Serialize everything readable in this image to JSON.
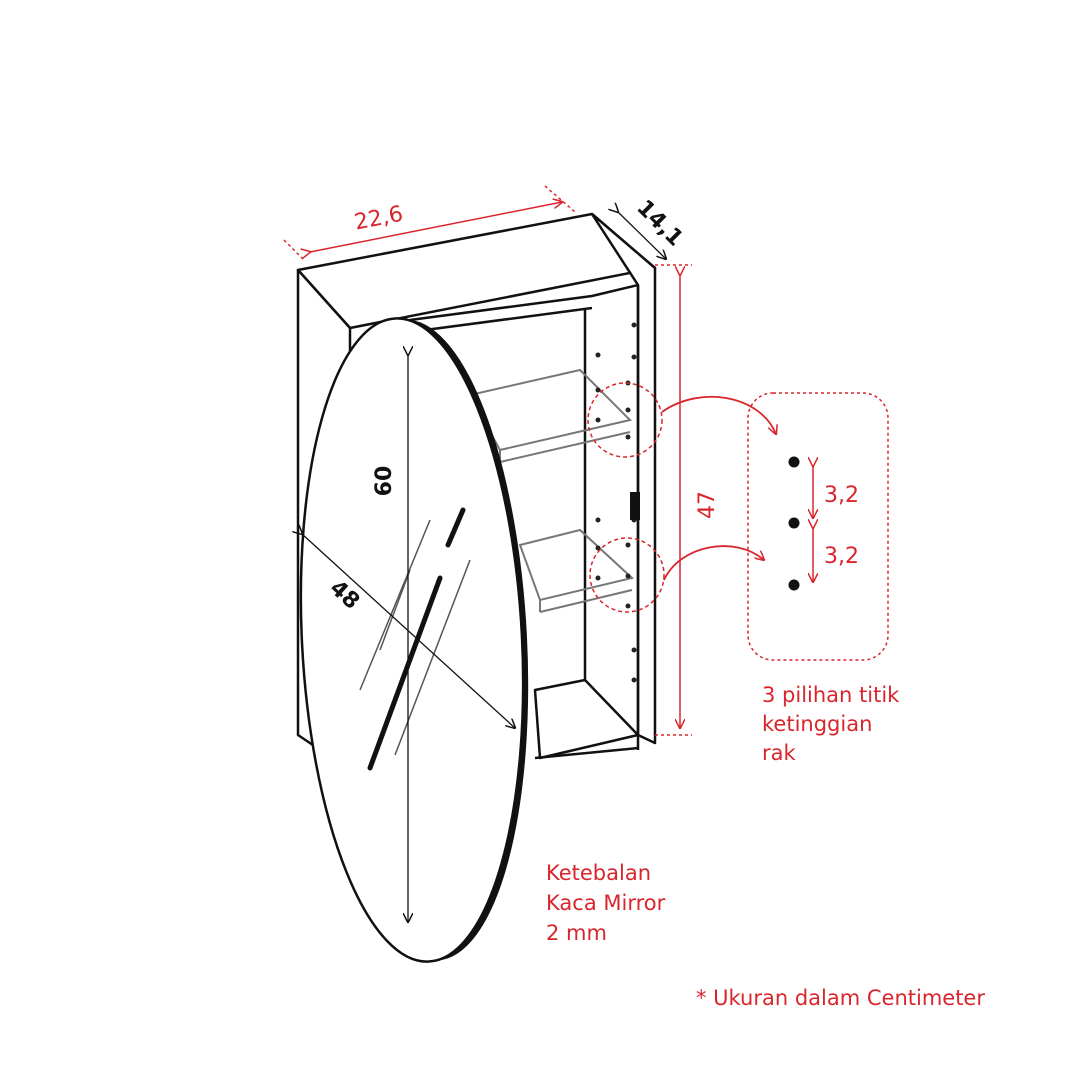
{
  "colors": {
    "accent": "#d9262c",
    "line": "#111111",
    "background": "#ffffff"
  },
  "dimensions": {
    "width": "22,6",
    "depth": "14,1",
    "height": "47",
    "mirror_height": "60",
    "mirror_width": "48",
    "shelf_step_1": "3,2",
    "shelf_step_2": "3,2"
  },
  "notes": {
    "shelf_heights": [
      "3 pilihan titik",
      "ketinggian",
      "rak"
    ],
    "mirror_thickness": [
      "Ketebalan",
      "Kaca Mirror",
      "2 mm"
    ],
    "units": "* Ukuran dalam Centimeter"
  }
}
